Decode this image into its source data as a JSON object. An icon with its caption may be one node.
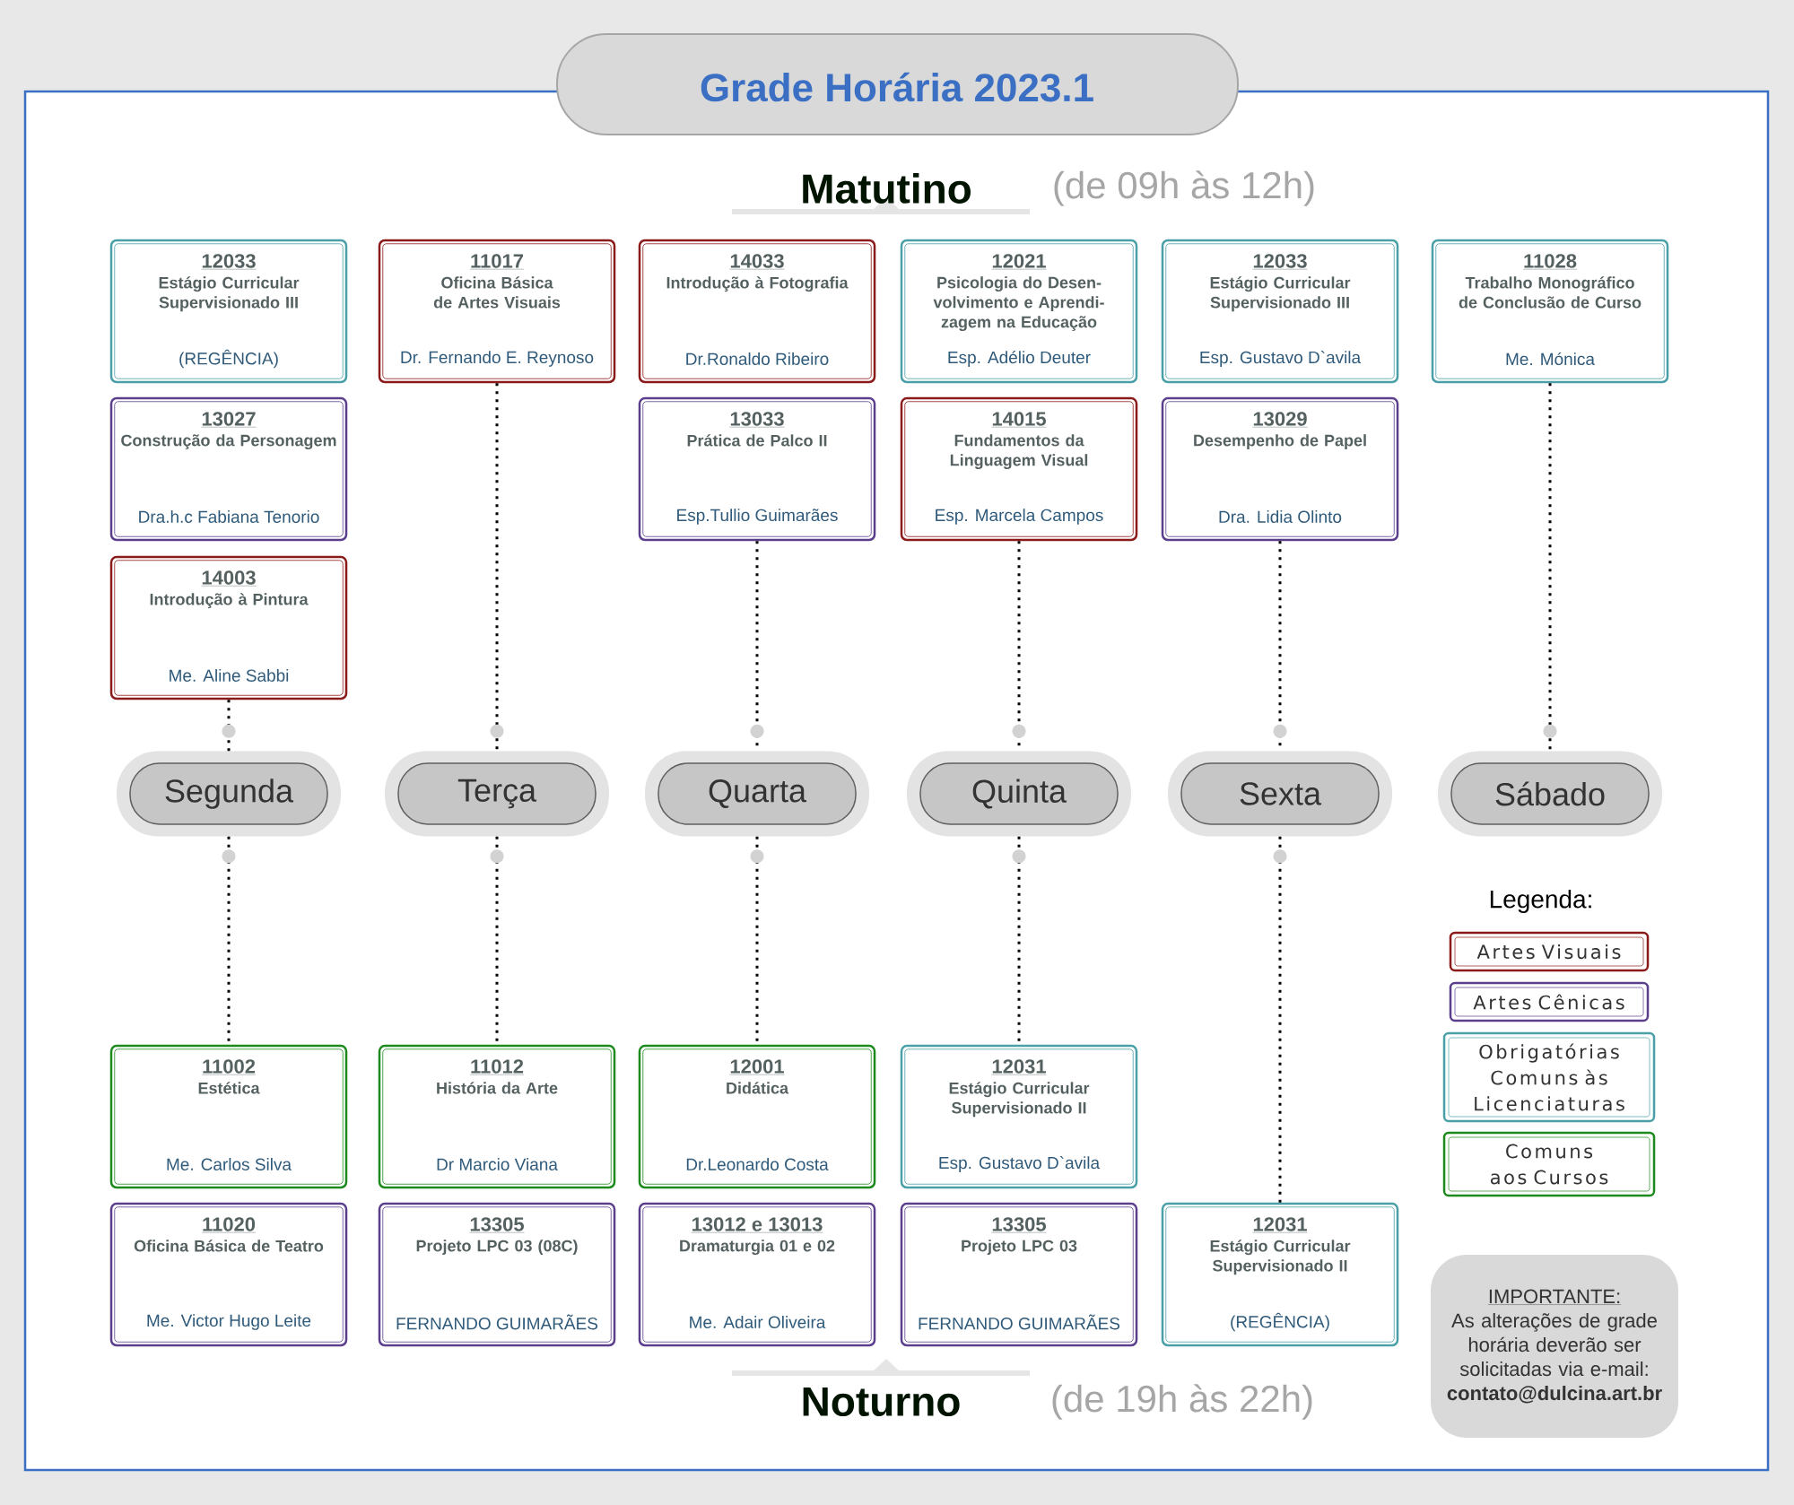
{
  "diagram": {
    "title": "Grade Horária 2023.1",
    "nodes": [
      {
        "text": [
          "12033",
          "Estágio Curricular Supervisionado III",
          "(REGÊNCIA)"
        ]
      },
      {
        "text": [
          "13027",
          "Construção da Personagem",
          "Dra.h.c  Fabiana Tenorio"
        ]
      },
      {
        "text": [
          "14003",
          "Introdução à Pintura",
          "Me. Aline Sabbi"
        ]
      },
      {
        "text": [
          "Segunda"
        ]
      },
      {
        "text": [
          "11002",
          "Estética",
          "Me. Carlos Silva"
        ]
      },
      {
        "text": [
          "11020",
          "Oficina Básica de Teatro",
          "Me. Victor Hugo Leite"
        ]
      },
      {
        "text": [
          "11017",
          "Oficina Básica de Artes Visuais",
          "Dr. Fernando E. Reynoso"
        ]
      },
      {
        "text": [
          "Terça"
        ]
      },
      {
        "text": [
          "11012",
          "História da Arte",
          "Dr Marcio Viana"
        ]
      },
      {
        "text": [
          "13305",
          "Projeto LPC 03 (08C)",
          "FERNANDO GUIMARÃES"
        ]
      },
      {
        "text": [
          "14033",
          "Introdução à Fotografia",
          "Dr.Ronaldo Ribeiro"
        ]
      },
      {
        "text": [
          "13033",
          "Prática de Palco II",
          "Esp.Tullio Guimarães"
        ]
      },
      {
        "text": [
          "Quarta"
        ]
      },
      {
        "text": [
          "12001",
          "Didática",
          "Dr.Leonardo Costa"
        ]
      },
      {
        "text": [
          "13012 e 13013",
          "Dramaturgia 01 e 02",
          "Me. Adair Oliveira"
        ]
      },
      {
        "text": [
          "12021",
          "Psicologia do Desen-volvimento e Aprendi-zagem na Educação",
          "Esp. Adélio Deuter"
        ]
      },
      {
        "text": [
          "14015",
          "Fundamentos da Linguagem Visual",
          "Esp. Marcela Campos"
        ]
      },
      {
        "text": [
          "Quinta"
        ]
      },
      {
        "text": [
          "12031",
          "Estágio Curricular Supervisionado II",
          "Esp. Gustavo D`avila"
        ]
      },
      {
        "text": [
          "13305",
          "Projeto LPC 03",
          "FERNANDO GUIMARÃES"
        ]
      },
      {
        "text": [
          "12033",
          "Estágio Curricular Supervisionado III",
          "Esp. Gustavo D`avila"
        ]
      },
      {
        "text": [
          "13029",
          "Desempenho de Papel",
          "Dra. Lidia Olinto"
        ]
      },
      {
        "text": [
          "Sexta"
        ]
      },
      {
        "text": [
          "12031",
          "Estágio Curricular Supervisionado II",
          "(REGÊNCIA)"
        ]
      },
      {
        "text": [
          "11028",
          "Trabalho Monográfico de Conclusão de Curso",
          "Me. Mónica"
        ]
      },
      {
        "text": [
          "Sábado"
        ]
      },
      {
        "text": [
          "IMPORTANTE:",
          "As alterações de grade horária deverão ser solicitadas via e-mail:",
          "contato@dulcina.art.br"
        ]
      }
    ],
    "edges": [
      {
        "from": 2,
        "to": 3,
        "arrow": "none",
        "style": "dashed"
      },
      {
        "from": 3,
        "to": 4,
        "arrow": "none",
        "style": "dashed"
      },
      {
        "from": 6,
        "to": 7,
        "arrow": "none",
        "style": "dashed"
      },
      {
        "from": 7,
        "to": 8,
        "arrow": "none",
        "style": "dashed"
      },
      {
        "from": 11,
        "to": 12,
        "arrow": "none",
        "style": "dashed"
      },
      {
        "from": 12,
        "to": 13,
        "arrow": "none",
        "style": "dashed"
      },
      {
        "from": 16,
        "to": 17,
        "arrow": "none",
        "style": "dashed"
      },
      {
        "from": 17,
        "to": 18,
        "arrow": "none",
        "style": "dashed"
      },
      {
        "from": 21,
        "to": 22,
        "arrow": "none",
        "style": "dashed"
      },
      {
        "from": 22,
        "to": 23,
        "arrow": "none",
        "style": "dashed"
      },
      {
        "from": 24,
        "to": 25,
        "arrow": "none",
        "style": "dashed"
      }
    ],
    "labels": [
      "Matutino",
      "(de 09h às 12h)",
      "Legenda:",
      "Noturno",
      "(de 19h às 22h)"
    ],
    "legend": [
      {
        "text": "Artes Visuais",
        "color": "#8b1a1a"
      },
      {
        "text": "Artes Cênicas",
        "color": "#5b3f8c"
      },
      {
        "text": "Obrigatórias Comuns às Licenciaturas",
        "color": "#4aa0a6"
      },
      {
        "text": "Comuns aos Cursos",
        "color": "#1c8a1c"
      }
    ]
  }
}
